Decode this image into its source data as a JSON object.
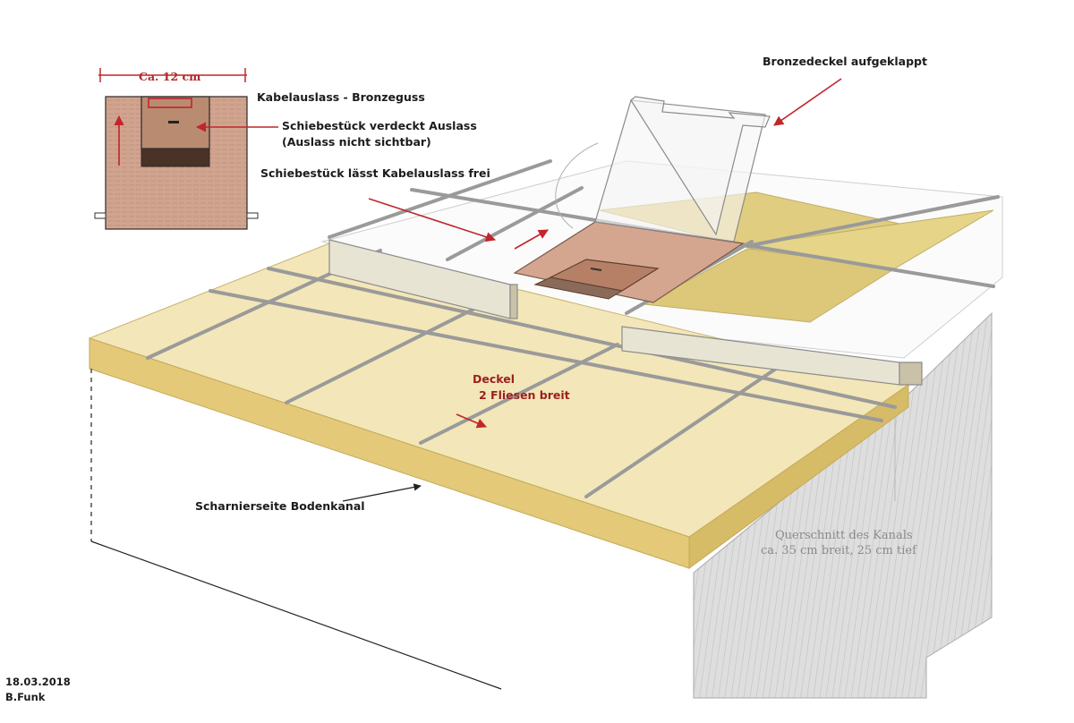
{
  "labels": {
    "dimension": "Ca. 12 cm",
    "bronze_cast": "Kabelauslass - Bronzeguss",
    "slider_covers": "Schiebestück verdeckt Auslass",
    "outlet_hidden": "(Auslass nicht sichtbar)",
    "slider_frees": "Schiebestück lässt Kabelauslass frei",
    "lid_open": "Bronzedeckel aufgeklappt",
    "cover_title": "Deckel",
    "cover_sub": "2 Fliesen breit",
    "hinge_side": "Scharnierseite Bodenkanal",
    "section_title": "Querschnitt des Kanals",
    "section_dims": "ca. 35 cm breit, 25 cm tief",
    "date": "18.03.2018",
    "author": "B.Funk"
  },
  "colors": {
    "annotation_red": "#c0262b",
    "tile_light": "#f3e6b8",
    "tile_dark": "#e0cd80",
    "bronze": "#cc9e89",
    "channel_gray": "#d9d9d9"
  }
}
